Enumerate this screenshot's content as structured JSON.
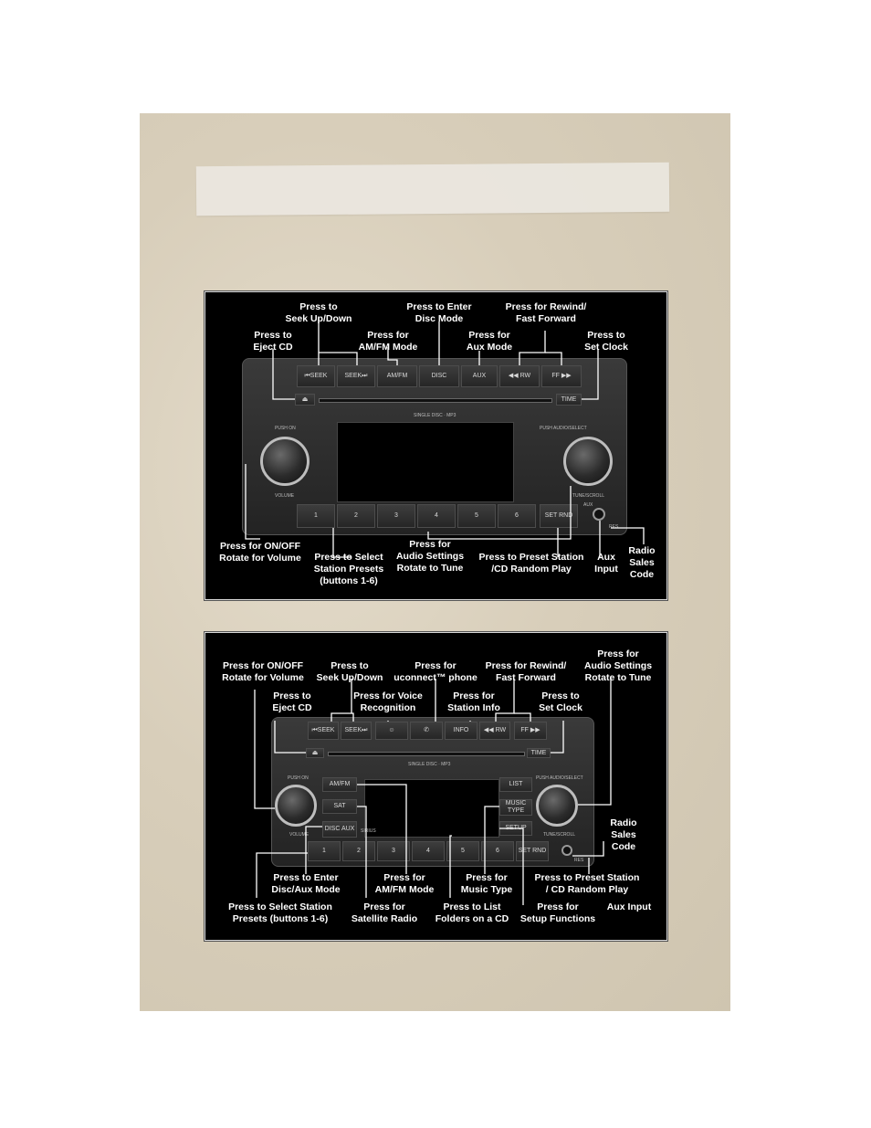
{
  "figure1": {
    "labels": {
      "seek": [
        "Press to",
        "Seek Up/Down"
      ],
      "disc": [
        "Press to Enter",
        "Disc Mode"
      ],
      "rwff": [
        "Press for Rewind/",
        "Fast Forward"
      ],
      "eject": [
        "Press to",
        "Eject CD"
      ],
      "amfm": [
        "Press for",
        "AM/FM Mode"
      ],
      "aux": [
        "Press for",
        "Aux Mode"
      ],
      "clock": [
        "Press to",
        "Set Clock"
      ],
      "onoff": [
        "Press for ON/OFF",
        "Rotate for Volume"
      ],
      "presets": [
        "Press to Select",
        "Station Presets",
        "(buttons 1-6)"
      ],
      "audio": [
        "Press for",
        "Audio Settings",
        "Rotate to Tune"
      ],
      "setrnd": [
        "Press to Preset Station",
        "/CD Random Play"
      ],
      "auxin": [
        "Aux",
        "Input"
      ],
      "sales": [
        "Radio",
        "Sales",
        "Code"
      ]
    },
    "buttons": {
      "seek_down": "⏮SEEK",
      "seek_up": "SEEK⏭",
      "amfm": "AM/FM",
      "disc": "DISC",
      "aux": "AUX",
      "rw": "◀◀ RW",
      "ff": "FF ▶▶",
      "eject": "⏏",
      "time": "TIME",
      "presets": [
        "1",
        "2",
        "3",
        "4",
        "5",
        "6"
      ],
      "setrnd": "SET RND"
    },
    "tiny": {
      "single": "SINGLE DISC · MP3",
      "pushon": "PUSH ON",
      "volume": "VOLUME",
      "pushaudio": "PUSH AUDIO/SELECT",
      "tune": "TUNE/SCROLL",
      "auxlbl": "AUX",
      "res": "RES"
    }
  },
  "figure2": {
    "labels": {
      "onoff": [
        "Press for ON/OFF",
        "Rotate for Volume"
      ],
      "seek": [
        "Press to",
        "Seek Up/Down"
      ],
      "uconnect": [
        "Press for",
        "uconnect™ phone"
      ],
      "rwff": [
        "Press for Rewind/",
        "Fast Forward"
      ],
      "audio": [
        "Press for",
        "Audio Settings",
        "Rotate to Tune"
      ],
      "eject": [
        "Press to",
        "Eject CD"
      ],
      "voice": [
        "Press for Voice",
        "Recognition"
      ],
      "info": [
        "Press for",
        "Station Info"
      ],
      "clock": [
        "Press to",
        "Set Clock"
      ],
      "sales": [
        "Radio",
        "Sales",
        "Code"
      ],
      "discaux": [
        "Press to Enter",
        "Disc/Aux Mode"
      ],
      "amfm": [
        "Press for",
        "AM/FM Mode"
      ],
      "music": [
        "Press for",
        "Music Type"
      ],
      "setrnd": [
        "Press to Preset Station",
        "/ CD Random Play"
      ],
      "presets": [
        "Press to Select Station",
        "Presets (buttons 1-6)"
      ],
      "sat": [
        "Press for",
        "Satellite Radio"
      ],
      "list": [
        "Press to List",
        "Folders on a CD"
      ],
      "setup": [
        "Press for",
        "Setup Functions"
      ],
      "auxin": [
        "Aux Input"
      ]
    },
    "buttons": {
      "seek_down": "⏮SEEK",
      "seek_up": "SEEK⏭",
      "voice": "☺",
      "phone": "✆",
      "info": "INFO",
      "rw": "◀◀ RW",
      "ff": "FF ▶▶",
      "eject": "⏏",
      "time": "TIME",
      "amfm": "AM/FM",
      "sat": "SAT",
      "discaux": "DISC AUX",
      "list": "LIST",
      "music": "MUSIC TYPE",
      "setup": "SETUP",
      "presets": [
        "1",
        "2",
        "3",
        "4",
        "5",
        "6"
      ],
      "setrnd": "SET RND"
    },
    "tiny": {
      "single": "SINGLE DISC · MP3",
      "pushon": "PUSH ON",
      "volume": "VOLUME",
      "pushaudio": "PUSH AUDIO/SELECT",
      "tune": "TUNE/SCROLL",
      "sirius": "SIRIUS",
      "res": "RES"
    }
  }
}
